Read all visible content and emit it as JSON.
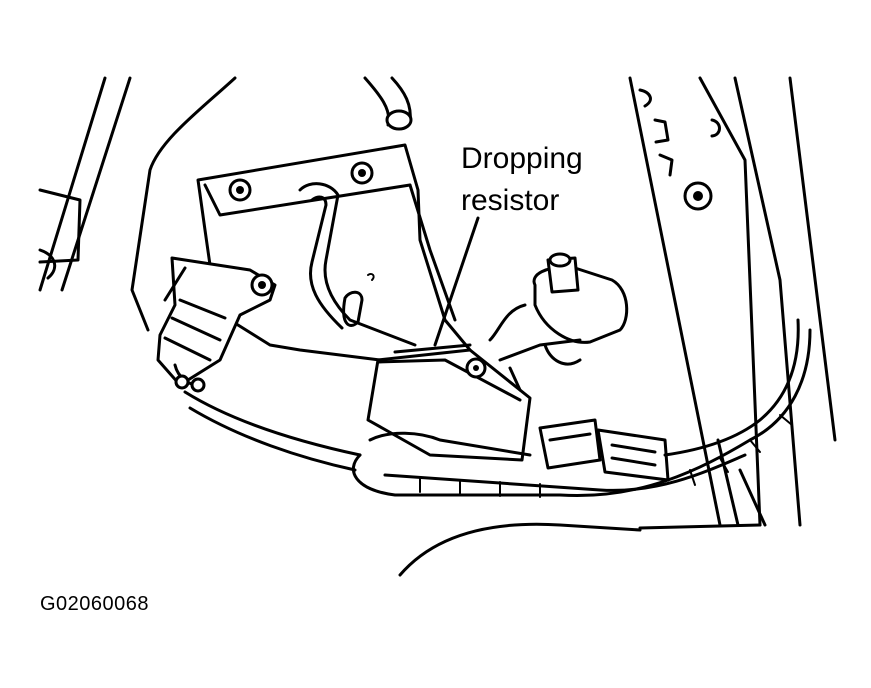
{
  "callout": {
    "line1": "Dropping",
    "line2": "resistor"
  },
  "figure_id": "G02060068",
  "colors": {
    "ink": "#000000",
    "paper": "#ffffff"
  }
}
